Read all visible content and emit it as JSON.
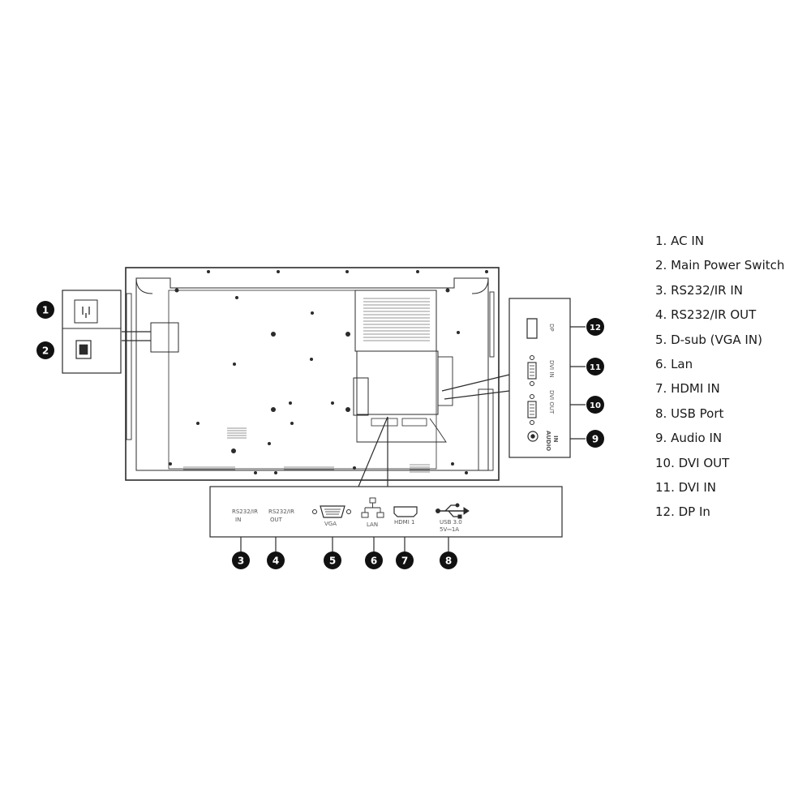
{
  "legend": [
    "1. AC IN",
    "2. Main Power Switch",
    "3. RS232/IR IN",
    "4. RS232/IR OUT",
    "5. D-sub (VGA IN)",
    "6. Lan",
    "7. HDMI IN",
    "8. USB Port",
    "9. Audio IN",
    "10. DVI OUT",
    "11. DVI IN",
    "12. DP In"
  ],
  "badges": [
    "1",
    "2",
    "3",
    "4",
    "5",
    "6",
    "7",
    "8",
    "9",
    "10",
    "11",
    "12"
  ],
  "bottom_panel": {
    "rs232_in": [
      "RS232/IR",
      "IN"
    ],
    "rs232_out": [
      "RS232/IR",
      "OUT"
    ],
    "vga": "VGA",
    "lan": "LAN",
    "hdmi": "HDMI 1",
    "usb": [
      "USB 3.0",
      "5V⎓1A"
    ]
  },
  "side_panel": {
    "dp": "DP",
    "dvi_in": "DVI IN",
    "dvi_out": "DVI OUT",
    "audio": [
      "AUDIO",
      "IN"
    ]
  },
  "colors": {
    "line": "#2b2b2b",
    "badge": "#111111",
    "background": "#ffffff"
  },
  "icons": [
    "ac-socket-icon",
    "rocker-switch-icon",
    "vga-connector-icon",
    "lan-network-icon",
    "hdmi-port-icon",
    "usb-symbol-icon",
    "displayport-icon",
    "dvi-connector-icon",
    "audio-jack-icon"
  ]
}
